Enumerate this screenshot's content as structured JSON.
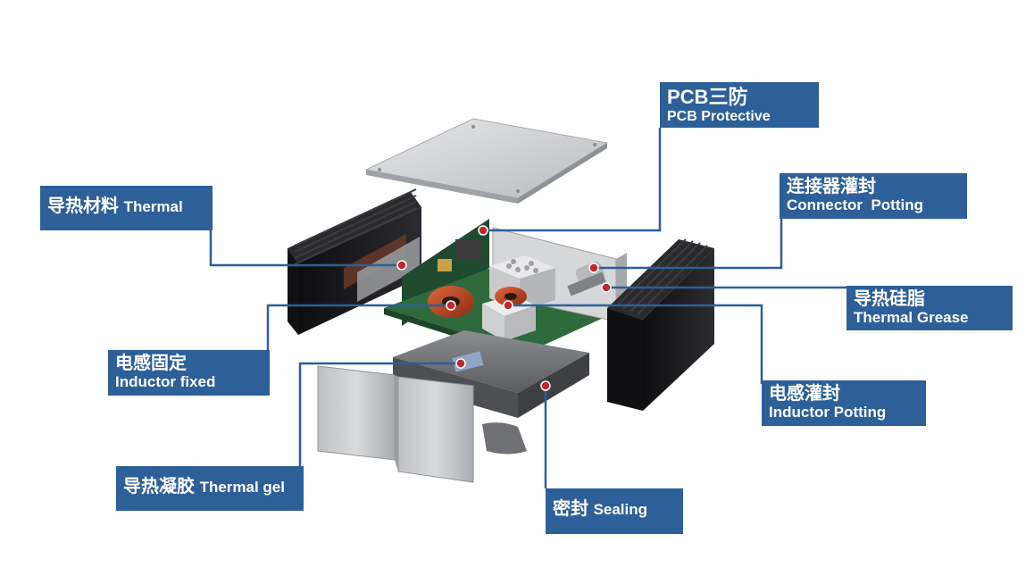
{
  "labels": {
    "pcb": {
      "zh": "PCB三防",
      "en": "PCB Protective"
    },
    "thermal": {
      "zh": "导热材料",
      "en": "Thermal"
    },
    "connector": {
      "zh": "连接器灌封",
      "en": "Connector  Potting"
    },
    "grease": {
      "zh": "导热硅脂",
      "en": "Thermal Grease"
    },
    "inductor_fixed": {
      "zh": "电感固定",
      "en": "Inductor fixed"
    },
    "inductor_potting": {
      "zh": "电感灌封",
      "en": "Inductor Potting"
    },
    "thermal_gel": {
      "zh": "导热凝胶",
      "en": "Thermal gel"
    },
    "sealing": {
      "zh": "密封",
      "en": "Sealing"
    }
  },
  "colors": {
    "label_bg": "#2d5f98",
    "leader_line": "#2d5f98",
    "point_marker": "#c0282d",
    "heatsink": "#1b1b1d",
    "lid": "#c9cbce"
  }
}
